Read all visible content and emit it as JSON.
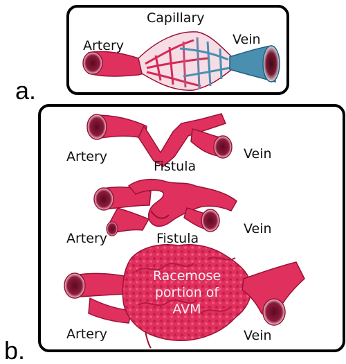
{
  "panel_a": {
    "letter": "a.",
    "labels": {
      "capillary": "Capillary",
      "artery": "Artery",
      "vein": "Vein"
    }
  },
  "panel_b": {
    "letter": "b.",
    "row1": {
      "artery": "Artery",
      "fistula": "Fistula",
      "vein": "Vein"
    },
    "row2": {
      "artery": "Artery",
      "fistula": "Fistula",
      "vein": "Vein"
    },
    "row3": {
      "artery": "Artery",
      "nidus_lines": [
        "Racemose",
        "portion of",
        "AVM"
      ],
      "vein": "Vein"
    }
  },
  "colors": {
    "artery": "#e0305e",
    "artery_dark": "#9a1236",
    "vein": "#4a8fb0",
    "vein_dark": "#1f5f80",
    "lumen": "#7a1030",
    "frame": "#000000"
  }
}
